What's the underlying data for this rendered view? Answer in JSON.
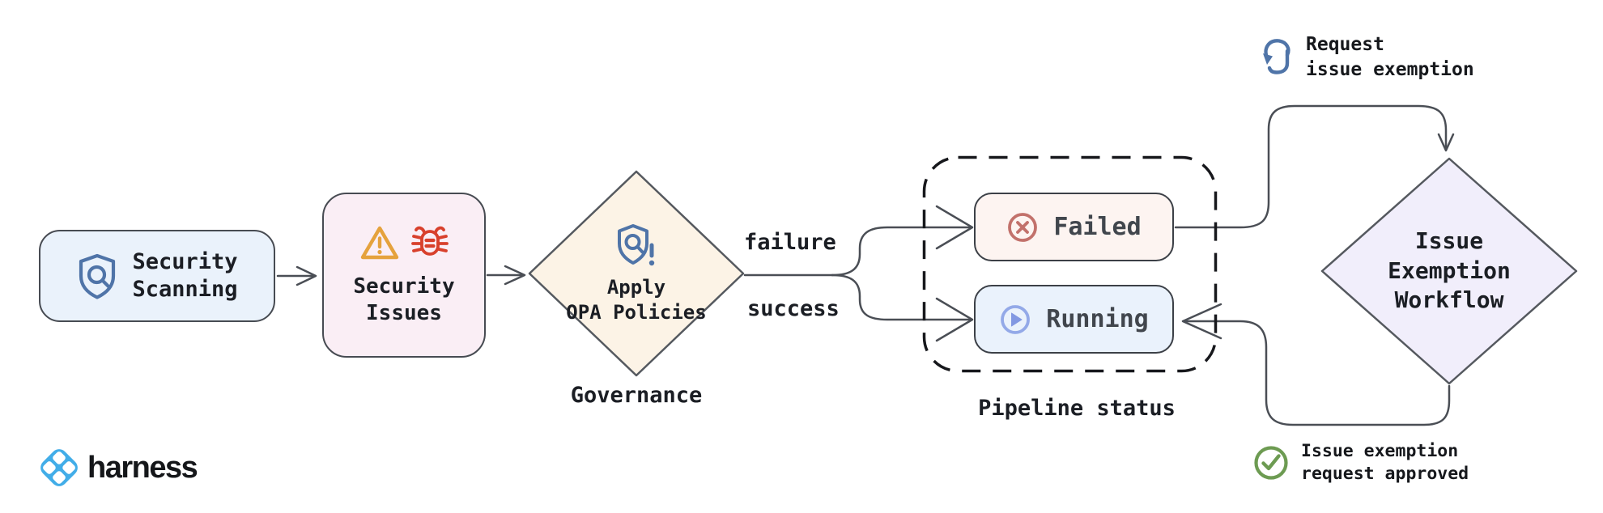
{
  "diagram": {
    "nodes": {
      "security_scanning": {
        "label": "Security\nScanning",
        "icon": "shield-search-icon",
        "fill": "#eaf2fb"
      },
      "security_issues": {
        "label": "Security\nIssues",
        "icons": [
          "warning-triangle-icon",
          "bug-icon"
        ],
        "fill": "#faeef5"
      },
      "apply_opa_policies": {
        "label": "Apply\nOPA Policies",
        "caption": "Governance",
        "icon": "shield-alert-icon",
        "fill": "#fcf3e6"
      },
      "pipeline_status": {
        "caption": "Pipeline status"
      },
      "failed": {
        "label": "Failed",
        "icon": "circle-x-icon",
        "fill": "#fdf4f1",
        "icon_color": "#c2716b"
      },
      "running": {
        "label": "Running",
        "icon": "circle-play-icon",
        "fill": "#eaf2fc",
        "icon_color": "#93a9e8"
      },
      "issue_exemption_workflow": {
        "label": "Issue\nExemption\nWorkflow",
        "fill": "#f1eefb"
      }
    },
    "edge_labels": {
      "failure": "failure",
      "success": "success",
      "request": "Request\nissue exemption",
      "approved": "Issue exemption\nrequest approved"
    },
    "icons": {
      "shield_search": "shield with magnifier",
      "warning_triangle": "warning triangle",
      "bug": "bug",
      "shield_alert": "shield magnifier with exclamation",
      "circle_x": "circled x",
      "circle_play": "circled play",
      "gesture_request": "tap gesture with curved arrow",
      "circle_check": "circled checkmark",
      "harness_mark": "harness diamond logo"
    },
    "colors": {
      "line": "#4a4e55",
      "node_border": "#474b52",
      "dashed_border": "#17181c",
      "icon_blue": "#4f74a8",
      "warning_orange": "#e5a23d",
      "bug_red": "#d8402c",
      "failed_red": "#c2716b",
      "running_blue": "#93a9e8",
      "approved_green": "#6d9b52",
      "harness_blue": "#42ade8"
    }
  },
  "branding": {
    "logo_text": "harness"
  }
}
